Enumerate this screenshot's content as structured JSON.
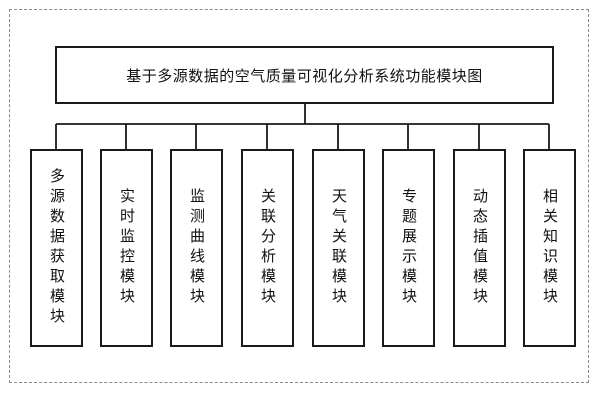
{
  "diagram": {
    "root": {
      "label": "基于多源数据的空气质量可视化分析系统功能模块图"
    },
    "modules": [
      {
        "id": "m1",
        "label": "多源数据获取模块"
      },
      {
        "id": "m2",
        "label": "实时监控模块"
      },
      {
        "id": "m3",
        "label": "监测曲线模块"
      },
      {
        "id": "m4",
        "label": "关联分析模块"
      },
      {
        "id": "m5",
        "label": "天气关联模块"
      },
      {
        "id": "m6",
        "label": "专题展示模块"
      },
      {
        "id": "m7",
        "label": "动态插值模块"
      },
      {
        "id": "m8",
        "label": "相关知识模块"
      }
    ],
    "colors": {
      "stroke": "#1a1a1a",
      "frame": "#8a8a8a",
      "text": "#111111"
    }
  }
}
